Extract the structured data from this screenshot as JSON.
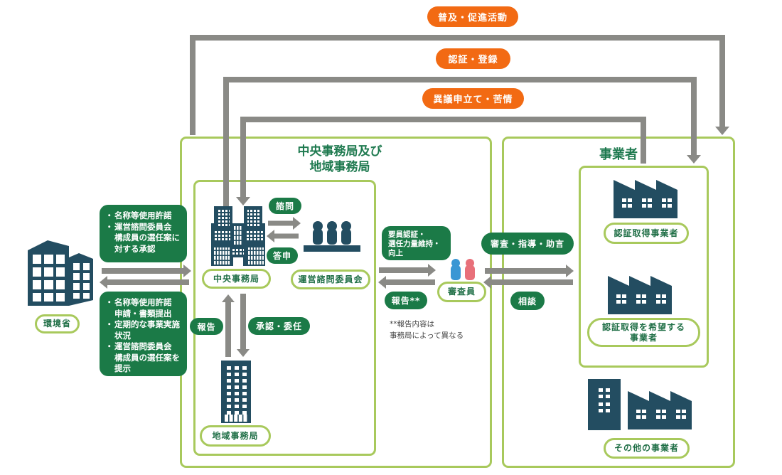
{
  "top_flows": [
    {
      "label": "普及・促進活動"
    },
    {
      "label": "認証・登録"
    },
    {
      "label": "異議申立て・苦情"
    }
  ],
  "ministry": {
    "label": "環境省",
    "to_secretariat": {
      "bullet": "・",
      "items": [
        {
          "lines": [
            "名称等使用許諾"
          ]
        },
        {
          "lines": [
            "運営諮問委員会",
            "構成員の選任案に",
            "対する承認"
          ]
        }
      ]
    },
    "from_secretariat": {
      "bullet": "・",
      "items": [
        {
          "lines": [
            "名称等使用許諾",
            "申請・書類提出"
          ]
        },
        {
          "lines": [
            "定期的な事業実施",
            "状況"
          ]
        },
        {
          "lines": [
            "運営諮問委員会",
            "構成員の選任案を",
            "提示"
          ]
        }
      ]
    }
  },
  "secretariat": {
    "title_lines": [
      "中央事務局及び",
      "地域事務局"
    ],
    "central_office": "中央事務局",
    "committee": "運営諮問委員会",
    "consult": "諮問",
    "reply": "答申",
    "report": "報告",
    "approval": "承認・委任",
    "regional_office": "地域事務局"
  },
  "auditor": {
    "training_lines": [
      "要員認証・",
      "選任力量維持・",
      "向上"
    ],
    "report": "報告**",
    "note_lines": [
      "**報告内容は",
      "事務局によって異なる"
    ],
    "label": "審査員",
    "to_business": "審査・指導・助言",
    "from_business": "相談"
  },
  "business": {
    "title": "事業者",
    "certified": "認証取得事業者",
    "applicant_lines": [
      "認証取得を希望する",
      "事業者"
    ],
    "other": "その他の事業者"
  },
  "colors": {
    "flow_orange": "#f26a13",
    "label_green": "#1b7a47",
    "box_border": "#a8c95c",
    "icon_navy": "#234d61",
    "arrow_gray": "#8a8a86",
    "auditor_blue": "#3a97d4",
    "auditor_pink": "#e8707a"
  }
}
